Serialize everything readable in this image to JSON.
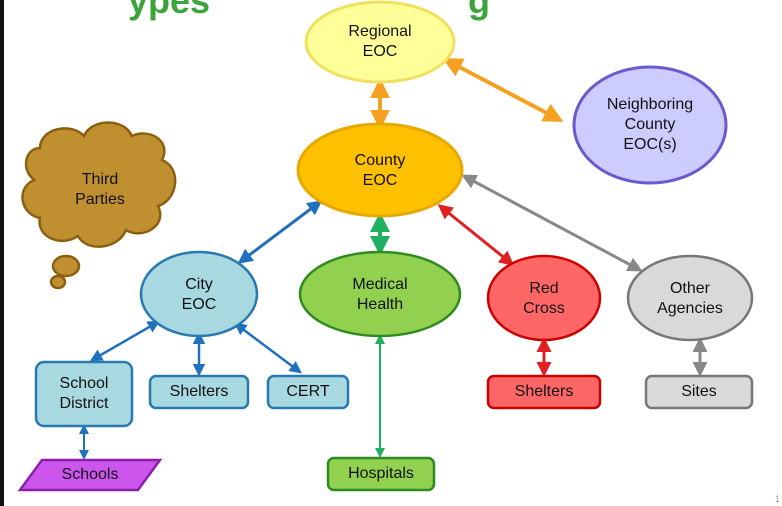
{
  "title_fragment_left": "ypes",
  "title_fragment_right": "g",
  "nodes": {
    "regional_eoc": "Regional\nEOC",
    "neighboring_county_eoc": "Neighboring\nCounty\nEOC(s)",
    "county_eoc": "County\nEOC",
    "third_parties": "Third\nParties",
    "city_eoc": "City\nEOC",
    "medical_health": "Medical\nHealth",
    "red_cross": "Red\nCross",
    "other_agencies": "Other\nAgencies",
    "school_district": "School\nDistrict",
    "city_shelters": "Shelters",
    "cert": "CERT",
    "red_cross_shelters": "Shelters",
    "sites": "Sites",
    "schools": "Schools",
    "hospitals": "Hospitals"
  },
  "colors": {
    "regional": "#ffff99",
    "neighboring": "#ccccff",
    "county": "#ffc000",
    "third_parties": "#c09030",
    "city": "#a8d8e0",
    "medical": "#92d050",
    "red_cross": "#ff6666",
    "other": "#d9d9d9",
    "schools": "#cc55ee",
    "arrow_orange": "#f4a020",
    "arrow_blue": "#2070c0",
    "arrow_green": "#20b060",
    "arrow_red": "#e02020",
    "arrow_gray": "#888888"
  },
  "page_number": "1"
}
